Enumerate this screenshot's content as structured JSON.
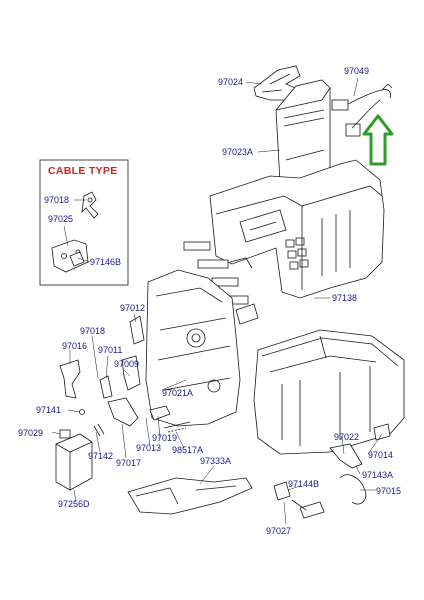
{
  "diagram": {
    "inset_title": "CABLE TYPE",
    "accent_color": "#2e9c2e",
    "label_color": "#1a1a8c",
    "title_color": "#d42020",
    "parts": [
      {
        "id": "97024"
      },
      {
        "id": "97049"
      },
      {
        "id": "97023A"
      },
      {
        "id": "97018"
      },
      {
        "id": "97025"
      },
      {
        "id": "97146B"
      },
      {
        "id": "97138"
      },
      {
        "id": "97012"
      },
      {
        "id": "97018"
      },
      {
        "id": "97016"
      },
      {
        "id": "97011"
      },
      {
        "id": "97009"
      },
      {
        "id": "97021A"
      },
      {
        "id": "97141"
      },
      {
        "id": "97029"
      },
      {
        "id": "97142"
      },
      {
        "id": "97017"
      },
      {
        "id": "97013"
      },
      {
        "id": "97019"
      },
      {
        "id": "98517A"
      },
      {
        "id": "97022"
      },
      {
        "id": "97014"
      },
      {
        "id": "97143A"
      },
      {
        "id": "97144B"
      },
      {
        "id": "97015"
      },
      {
        "id": "97333A"
      },
      {
        "id": "97256D"
      },
      {
        "id": "97027"
      }
    ]
  }
}
